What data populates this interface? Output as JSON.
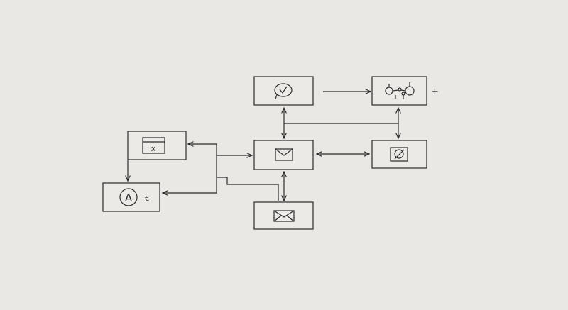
{
  "diagram": {
    "background_color": "#e9e8e4",
    "line_color": "#2a2a2a",
    "nodes": [
      {
        "id": "chat",
        "icon": "chat-bubble-check-icon"
      },
      {
        "id": "network",
        "icon": "network-nodes-icon",
        "suffix": "+"
      },
      {
        "id": "mail-center",
        "icon": "envelope-icon"
      },
      {
        "id": "settings",
        "icon": "disabled-circle-icon"
      },
      {
        "id": "window",
        "icon": "browser-window-close-icon",
        "glyph": "x"
      },
      {
        "id": "avatar",
        "icon": "letter-circle-icon",
        "glyph": "A",
        "suffix": "€"
      },
      {
        "id": "mail-bottom",
        "icon": "envelope-icon"
      }
    ],
    "edges": [
      {
        "from": "chat",
        "to": "network",
        "type": "one-way"
      },
      {
        "from": "chat",
        "to": "mail-center",
        "type": "two-way"
      },
      {
        "from": "mail-center",
        "to": "settings",
        "type": "two-way"
      },
      {
        "from": "mail-center",
        "to": "mail-bottom",
        "type": "two-way"
      },
      {
        "from": "network",
        "to": "settings",
        "type": "two-way"
      },
      {
        "from": "mail-center",
        "to": "window",
        "type": "two-way"
      },
      {
        "from": "window",
        "to": "avatar",
        "type": "one-way"
      },
      {
        "from": "mail-center",
        "to": "avatar",
        "type": "one-way"
      }
    ]
  }
}
